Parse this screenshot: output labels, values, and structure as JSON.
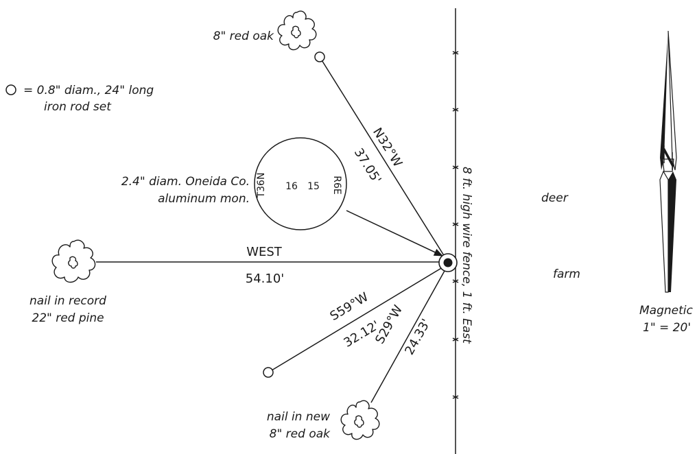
{
  "legend": {
    "symbol": "○",
    "line1": "= 0.8\" diam., 24\" long",
    "line2": "iron rod set"
  },
  "monument": {
    "label_line1": "2.4\" diam. Oneida Co.",
    "label_line2": "aluminum mon.",
    "township": "T36N",
    "section_left": "16",
    "section_right": "15",
    "range": "R6E"
  },
  "ties": [
    {
      "bearing": "N32°W",
      "distance": "37.05'"
    },
    {
      "bearing": "WEST",
      "distance": "54.10'"
    },
    {
      "bearing": "S59°W",
      "distance": "32.12'"
    },
    {
      "bearing": "S29°W",
      "distance": "24.33'"
    }
  ],
  "witnesses": {
    "north_oak": "8\" red oak",
    "pine_line1": "nail in record",
    "pine_line2": "22\" red pine",
    "south_oak_line1": "nail in new",
    "south_oak_line2": "8\" red oak"
  },
  "fence_label": "8 ft. high wire fence, 1 ft. East",
  "land_labels": {
    "deer": "deer",
    "farm": "farm"
  },
  "north_arrow": {
    "label": "Magnetic",
    "scale": "1\" = 20'"
  }
}
